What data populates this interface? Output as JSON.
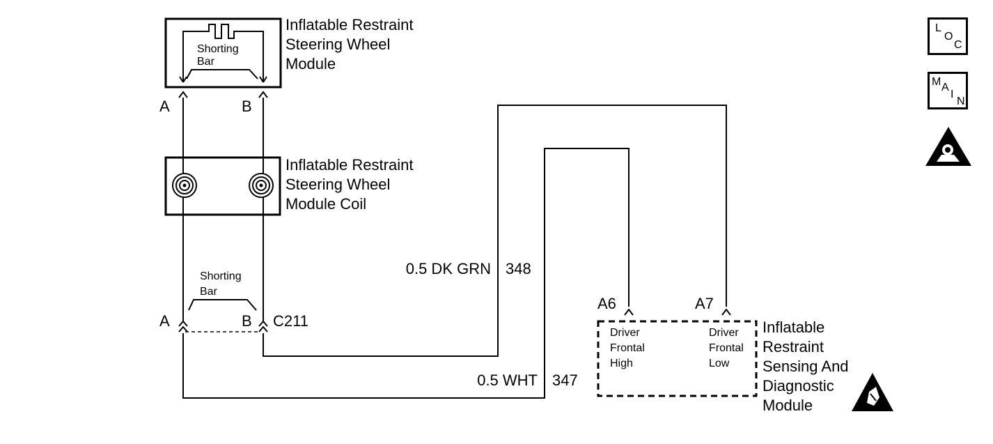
{
  "components": {
    "module": {
      "name_lines": [
        "Inflatable Restraint",
        "Steering Wheel",
        "Module"
      ]
    },
    "coil": {
      "name_lines": [
        "Inflatable Restraint",
        "Steering Wheel",
        "Module Coil"
      ]
    },
    "sdm": {
      "name_lines": [
        "Inflatable",
        "Restraint",
        "Sensing And",
        "Diagnostic",
        "Module"
      ]
    }
  },
  "shorting_bar": {
    "label_lines": [
      "Shorting",
      "Bar"
    ]
  },
  "pins": {
    "module_a": "A",
    "module_b": "B",
    "c211_a": "A",
    "c211_b": "B",
    "connector": "C211",
    "sdm_a6": "A6",
    "sdm_a7": "A7"
  },
  "sdm_terminals": {
    "high_lines": [
      "Driver",
      "Frontal",
      "High"
    ],
    "low_lines": [
      "Driver",
      "Frontal",
      "Low"
    ]
  },
  "wires": [
    {
      "gauge_color": "0.5 DK GRN",
      "circuit": "348"
    },
    {
      "gauge_color": "0.5 WHT",
      "circuit": "347"
    }
  ],
  "nav": {
    "loc": {
      "letters": [
        "L",
        "O",
        "C"
      ]
    },
    "main": {
      "letters": [
        "M",
        "A",
        "I",
        "N"
      ]
    }
  },
  "icons": [
    "airbag-warning-icon",
    "esd-warning-icon"
  ]
}
